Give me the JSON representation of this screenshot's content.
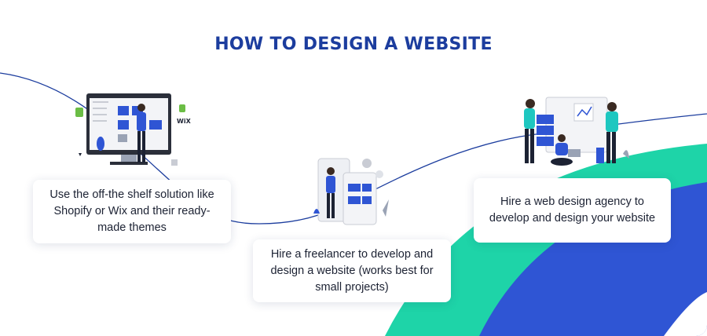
{
  "title": "HOW TO DESIGN A WEBSITE",
  "colors": {
    "title": "#1c3d9e",
    "accent_blue": "#2f55d4",
    "teal": "#1ed4a8",
    "dark": "#1c2233"
  },
  "steps": [
    {
      "text": "Use the off-the shelf solution like Shopify or Wix and their ready-made themes",
      "icons": {
        "shopify": "Shopify",
        "wix": "WiX"
      }
    },
    {
      "text": "Hire a freelancer to develop and design a website (works best for small projects)"
    },
    {
      "text": "Hire a web design agency to develop and design your website"
    }
  ]
}
